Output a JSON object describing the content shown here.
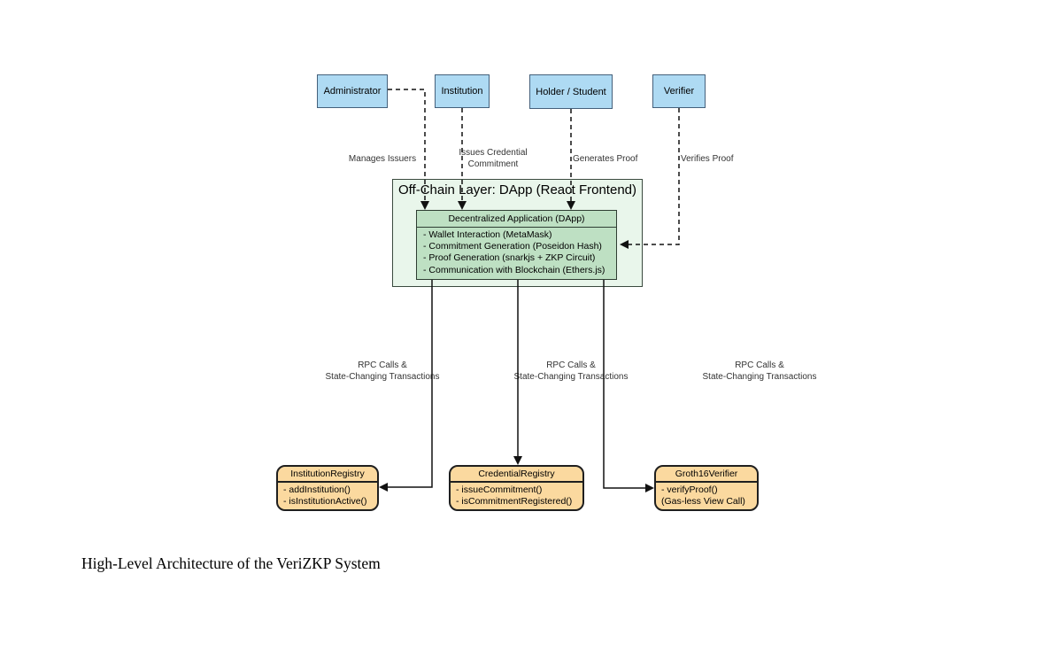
{
  "caption": "High-Level Architecture of the VeriZKP System",
  "colors": {
    "actor_fill": "#AEDAF3",
    "actor_border": "#44607B",
    "offchain_fill": "#E9F6EB",
    "offchain_border": "#3A4A3E",
    "dapp_fill": "#BEE0C3",
    "dapp_border": "#2E3D32",
    "contract_fill": "#FBD99F",
    "contract_border": "#1F1F1F",
    "connector": "#111111",
    "label_text": "#333333"
  },
  "actors": [
    {
      "label": "Administrator"
    },
    {
      "label": "Institution"
    },
    {
      "label": "Holder / Student"
    },
    {
      "label": "Verifier"
    }
  ],
  "edge_labels": {
    "manages_issuers": "Manages Issuers",
    "issues_credential_line1": "Issues Credential",
    "issues_credential_line2": "Commitment",
    "generates_proof": "Generates Proof",
    "verifies_proof": "Verifies Proof"
  },
  "offchain": {
    "title": "Off-Chain Layer: DApp (React Frontend)",
    "dapp": {
      "header": "Decentralized Application (DApp)",
      "features": [
        "- Wallet Interaction (MetaMask)",
        "- Commitment Generation (Poseidon Hash)",
        "- Proof Generation (snarkjs + ZKP Circuit)",
        "- Communication with Blockchain (Ethers.js)"
      ]
    }
  },
  "rpc_labels": [
    {
      "line1": "RPC Calls &",
      "line2": "State-Changing Transactions"
    },
    {
      "line1": "RPC Calls &",
      "line2": "State-Changing Transactions"
    },
    {
      "line1": "RPC Calls &",
      "line2": "State-Changing Transactions"
    }
  ],
  "contracts": [
    {
      "name": "InstitutionRegistry",
      "methods": [
        "- addInstitution()",
        "- isInstitutionActive()"
      ]
    },
    {
      "name": "CredentialRegistry",
      "methods": [
        "- issueCommitment()",
        "- isCommitmentRegistered()"
      ]
    },
    {
      "name": "Groth16Verifier",
      "methods": [
        "- verifyProof()",
        "(Gas-less View Call)"
      ]
    }
  ]
}
